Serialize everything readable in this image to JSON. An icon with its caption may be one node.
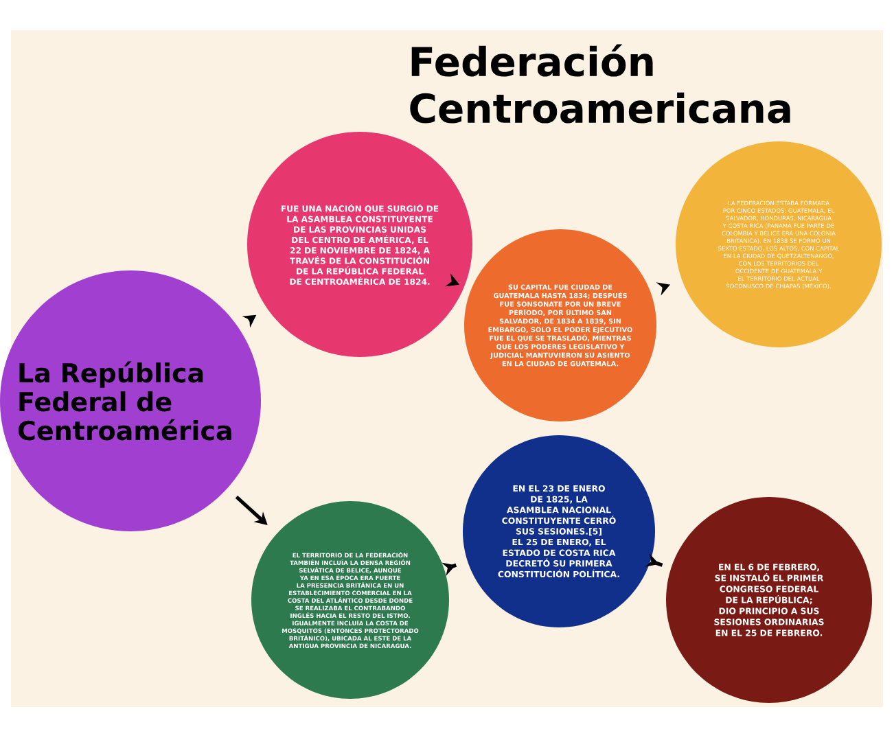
{
  "diagram": {
    "title": "Federación Centroamericana",
    "nodes": [
      {
        "text": [
          "La República Federal de Centroamérica"
        ]
      },
      {
        "text": [
          "FUE UNA NACIÓN QUE SURGIÓ DE LA ASAMBLEA CONSTITUYENTE DE LAS PROVINCIAS UNIDAS DEL CENTRO DE AMÉRICA, EL 22 DE NOVIEMBRE DE 1824, A TRAVÉS DE LA CONSTITUCIÓN DE LA REPÚBLICA FEDERAL DE CENTROAMÉRICA DE 1824."
        ]
      },
      {
        "text": [
          "SU CAPITAL FUE CIUDAD DE GUATEMALA HASTA 1834; DESPUÉS FUE SONSONATE POR UN BREVE PERÍODO, POR ÚLTIMO SAN SALVADOR, DE 1834 A 1839, SIN EMBARGO, SOLO EL PODER EJECUTIVO FUE EL QUE SE TRASLADÓ, MIENTRAS QUE LOS PODERES LEGISLATIVO Y JUDICIAL MANTUVIERON SU ASIENTO EN LA CIUDAD DE GUATEMALA."
        ]
      },
      {
        "text": [
          "LA FEDERACIÓN ESTABA FORMADA POR CINCO ESTADOS: GUATEMALA, EL SALVADOR, HONDURAS, NICARAGUA Y COSTA RICA (PANAMÁ FUE PARTE DE COLOMBIA Y BELICE ERA UNA COLONIA BRITÁNICA). EN 1838 SE FORMÓ UN SEXTO ESTADO, LOS ALTOS, CON CAPITAL EN LA CIUDAD DE QUETZALTENANGO, CON LOS TERRITORIOS DEL OCCIDENTE DE GUATEMALA Y EL TERRITORIO DEL ACTUAL SOCONUSCO DE CHIAPAS (MÉXICO)."
        ]
      },
      {
        "text": [
          "EL TERRITORIO DE LA FEDERACIÓN TAMBIÉN INCLUÍA LA DENSA REGIÓN SELVÁTICA DE BELICE, AUNQUE YA EN ESA ÉPOCA ERA FUERTE LA PRESENCIA BRITÁNICA EN UN ESTABLECIMIENTO COMERCIAL EN LA COSTA DEL ATLÁNTICO DESDE DONDE SE REALIZABA EL CONTRABANDO INGLÉS HACIA EL RESTO DEL ISTMO. IGUALMENTE INCLUÍA LA COSTA DE MOSQUITOS (ENTONCES PROTECTORADO BRITÁNICO), UBICADA AL ESTE DE LA ANTIGUA PROVINCIA DE NICARAGUA."
        ]
      },
      {
        "text": [
          "EN EL 23 DE ENERO DE 1825, LA ASAMBLEA NACIONAL CONSTITUYENTE CERRÓ SUS SESIONES.[5] EL 25 DE ENERO, EL ESTADO DE COSTA RICA DECRETÓ SU PRIMERA CONSTITUCIÓN POLÍTICA."
        ]
      },
      {
        "text": [
          "EN EL 6 DE FEBRERO, SE INSTALÓ EL PRIMER CONGRESO FEDERAL DE LA REPÚBLICA; DIO PRINCIPIO A SUS SESIONES ORDINARIAS EN EL 25 DE FEBRERO."
        ]
      }
    ],
    "edges": [
      {
        "from": 0,
        "to": 1,
        "arrow": "to"
      },
      {
        "from": 1,
        "to": 2,
        "arrow": "to"
      },
      {
        "from": 2,
        "to": 3,
        "arrow": "to"
      },
      {
        "from": 0,
        "to": 4,
        "arrow": "to"
      },
      {
        "from": 4,
        "to": 5,
        "arrow": "to"
      },
      {
        "from": 5,
        "to": 6,
        "arrow": "to"
      }
    ]
  }
}
